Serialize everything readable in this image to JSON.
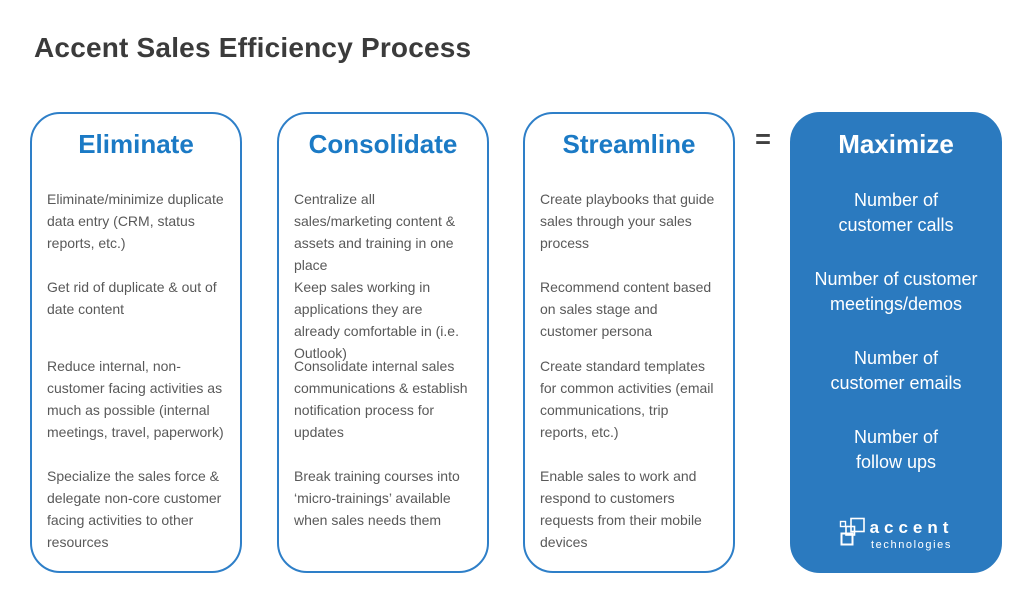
{
  "title": "Accent Sales Efficiency Process",
  "equals": "=",
  "colors": {
    "heading_blue": "#1b7ac5",
    "card_border_blue": "#2e7fc8",
    "maximize_fill_blue": "#2b7abf",
    "body_text_gray": "#595959",
    "title_gray": "#3b3b3b"
  },
  "columns": [
    {
      "heading": "Eliminate",
      "items": [
        "Eliminate/minimize duplicate data entry (CRM, status reports, etc.)",
        "Get rid of duplicate & out of date content",
        "Reduce internal, non-customer facing activities as much as possible (internal meetings, travel, paperwork)",
        "Specialize the sales force & delegate non-core customer facing activities to other resources"
      ]
    },
    {
      "heading": "Consolidate",
      "items": [
        "Centralize all sales/marketing content & assets and training in one place",
        "Keep sales working in applications they are already comfortable in (i.e. Outlook)",
        "Consolidate internal sales communications & establish notification process for updates",
        "Break training courses into ‘micro-trainings’ available when sales needs them"
      ]
    },
    {
      "heading": "Streamline",
      "items": [
        "Create playbooks that guide sales through your sales process",
        "Recommend content based on sales stage and customer persona",
        "Create standard templates for common activities (email communications, trip reports, etc.)",
        "Enable sales to work and respond to customers requests from their mobile devices"
      ]
    },
    {
      "heading": "Maximize",
      "items": [
        "Number of\ncustomer calls",
        "Number of customer\nmeetings/demos",
        "Number of\ncustomer emails",
        "Number of\nfollow ups"
      ]
    }
  ],
  "logo": {
    "name": "accent",
    "subtext": "technologies"
  }
}
